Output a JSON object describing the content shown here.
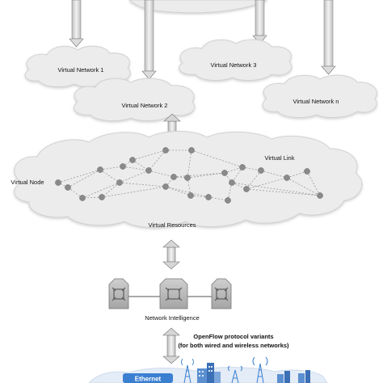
{
  "virtual_networks": [
    {
      "id": "vn1",
      "label": "Virtual Network 1"
    },
    {
      "id": "vn2",
      "label": "Virtual Network 2"
    },
    {
      "id": "vn3",
      "label": "Virtual Network 3"
    },
    {
      "id": "vnn",
      "label": "Virtual Network n"
    }
  ],
  "resources": {
    "node_label": "Virtual Node",
    "link_label": "Virtual Link",
    "caption": "Virtual Resources"
  },
  "controller": {
    "caption": "Network Intelligence"
  },
  "openflow": {
    "line1": "OpenFlow protocol variants",
    "line2": "(for both wired and wireless networks)"
  },
  "infrastructure": {
    "partial_label": "Ethernet"
  },
  "colors": {
    "cloud_fill": "#ececec",
    "cloud_edge": "#d2d2d2",
    "node": "#8a8a8a",
    "link": "#9a9a9a",
    "arrow_fill": "#d6d6d6",
    "arrow_edge": "#777777",
    "device_fill": "#b9b9b9",
    "infra_blue": "#3b7fd1"
  }
}
